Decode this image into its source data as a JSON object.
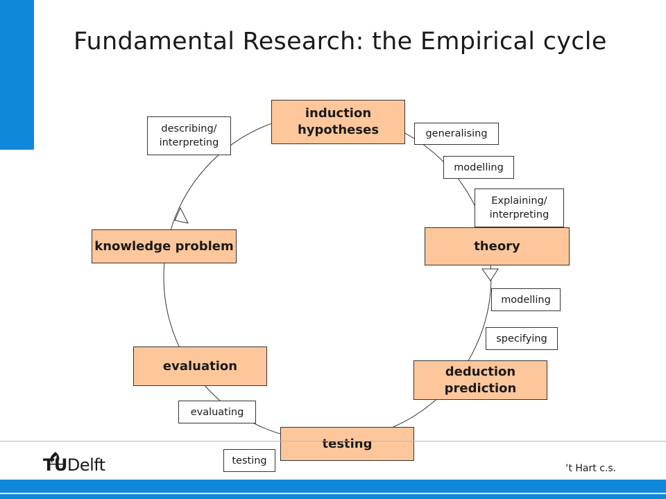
{
  "title": "Fundamental Research: the Empirical cycle",
  "nodes": {
    "induction": [
      "induction",
      "hypotheses"
    ],
    "theory": [
      "theory"
    ],
    "deduction": [
      "deduction",
      "prediction"
    ],
    "testing": [
      "testing"
    ],
    "evaluation": [
      "evaluation"
    ],
    "knowledge_problem": [
      "knowledge problem"
    ]
  },
  "tags": {
    "describing": [
      "describing/",
      "interpreting"
    ],
    "generalising": [
      "generalising"
    ],
    "modelling_top": [
      "modelling"
    ],
    "explaining": [
      "Explaining/",
      "interpreting"
    ],
    "modelling_right": [
      "modelling"
    ],
    "specifying": [
      "specifying"
    ],
    "evaluating": [
      "evaluating"
    ],
    "testing": [
      "testing"
    ]
  },
  "footer": {
    "logo_tu": "TU",
    "logo_delft": "Delft",
    "credit": "‘t Hart c.s."
  },
  "colors": {
    "node_fill": "#fdc79b",
    "brand_blue": "#0f88d9",
    "line": "#333333"
  }
}
